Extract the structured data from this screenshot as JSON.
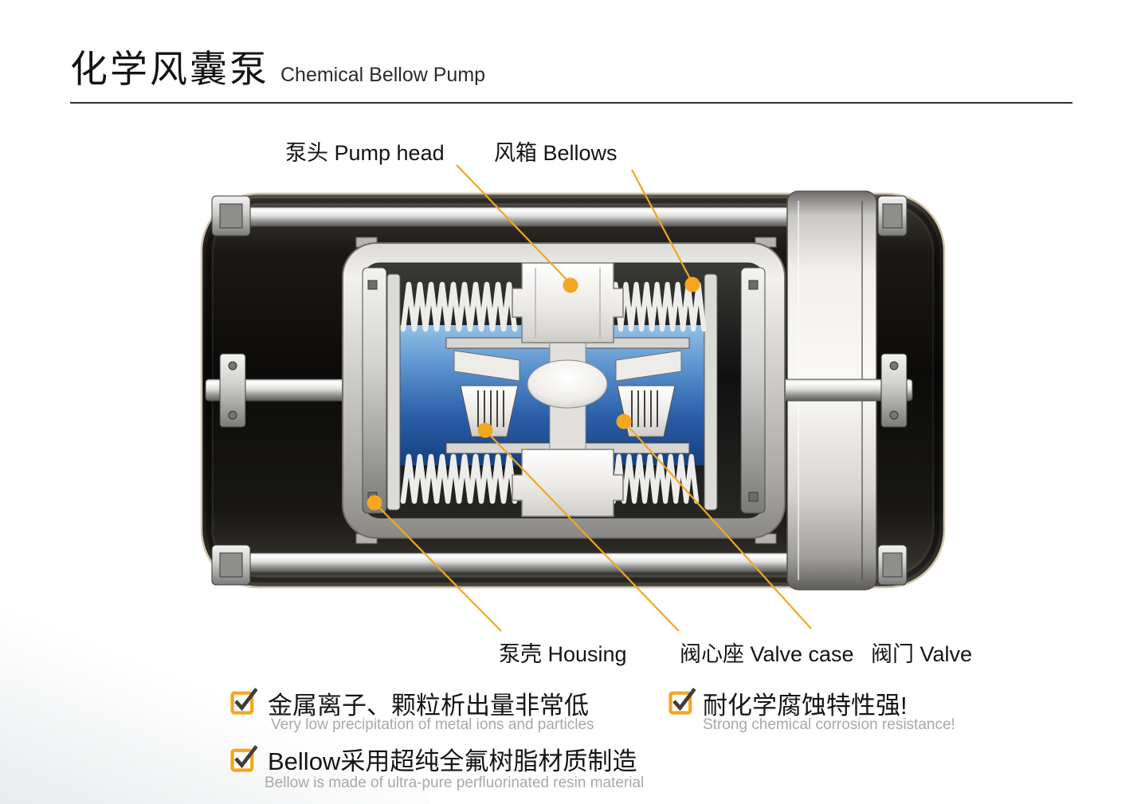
{
  "header": {
    "title": "化学风囊泵",
    "subtitle": "Chemical Bellow Pump"
  },
  "callouts": {
    "pump_head": {
      "label": "泵头 Pump head"
    },
    "bellows": {
      "label": "风箱 Bellows"
    },
    "housing": {
      "label": "泵壳 Housing"
    },
    "valve_case": {
      "label": "阀心座 Valve case"
    },
    "valve": {
      "label": "阀门 Valve"
    }
  },
  "features": [
    {
      "zh": "金属离子、颗粒析出量非常低",
      "en": "Very low precipitation of metal ions and particles"
    },
    {
      "zh": "耐化学腐蚀特性强!",
      "en": "Strong chemical corrosion resistance!"
    },
    {
      "zh": "Bellow采用超纯全氟树脂材质制造",
      "en": "Bellow is made of ultra-pure perfluorinated resin material"
    }
  ],
  "colors": {
    "accent": "#F2A71F",
    "text_muted": "#a8a8a8",
    "chamber_blue": "#2b5ea8"
  },
  "icons": {
    "checkbox": "check-mark"
  }
}
